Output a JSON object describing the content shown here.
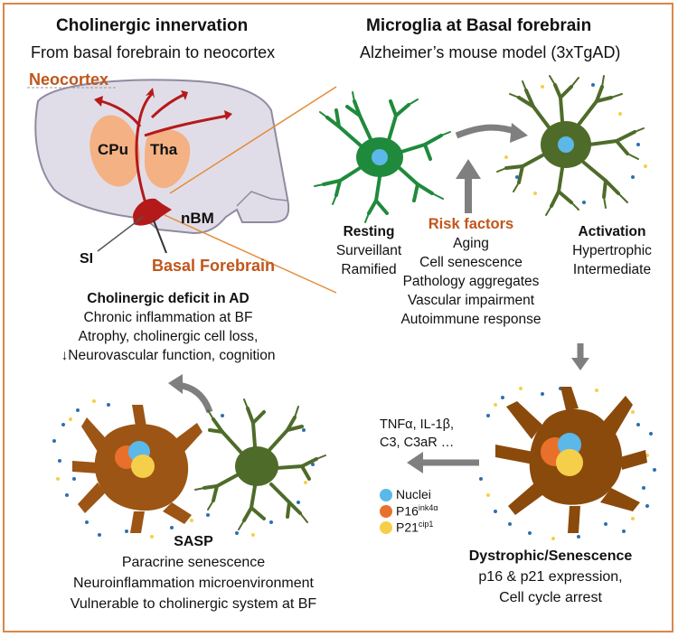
{
  "left_header": {
    "title": "Cholinergic innervation",
    "subtitle": "From basal forebrain to neocortex"
  },
  "right_header": {
    "title": "Microglia at Basal forebrain",
    "subtitle": "Alzheimer’s mouse model  (3xTgAD)"
  },
  "brain": {
    "neocortex": "Neocortex",
    "cpu": "CPu",
    "tha": "Tha",
    "nbm": "nBM",
    "si": "SI",
    "basal_forebrain": "Basal Forebrain"
  },
  "resting": {
    "title": "Resting",
    "lines": [
      "Surveillant",
      "Ramified"
    ]
  },
  "risk_factors": {
    "title": "Risk factors",
    "lines": [
      "Aging",
      "Cell senescence",
      "Pathology aggregates",
      "Vascular impairment",
      "Autoimmune response"
    ]
  },
  "activation": {
    "title": "Activation",
    "lines": [
      "Hypertrophic",
      "Intermediate"
    ]
  },
  "deficit": {
    "title": "Cholinergic deficit in AD",
    "lines": [
      "Chronic inflammation at BF",
      "Atrophy, cholinergic cell loss,",
      "↓Neurovascular function, cognition"
    ]
  },
  "cytokines": {
    "line1": "TNFα, IL-1β,",
    "line2": "C3, C3aR …"
  },
  "legend": {
    "nuclei": "Nuclei",
    "p16": "P16",
    "p16_sup": "ink4α",
    "p21": "P21",
    "p21_sup": "cip1",
    "colors": {
      "nuclei": "#5bb8e8",
      "p16": "#e8702a",
      "p21": "#f5cf4a"
    }
  },
  "sasp": {
    "title": "SASP",
    "lines": [
      "Paracrine senescence",
      "Neuroinflammation microenvironment",
      "Vulnerable to cholinergic system at BF"
    ]
  },
  "dystrophic": {
    "title": "Dystrophic/Senescence",
    "lines": [
      "p16 & p21 expression,",
      "Cell cycle arrest"
    ]
  }
}
